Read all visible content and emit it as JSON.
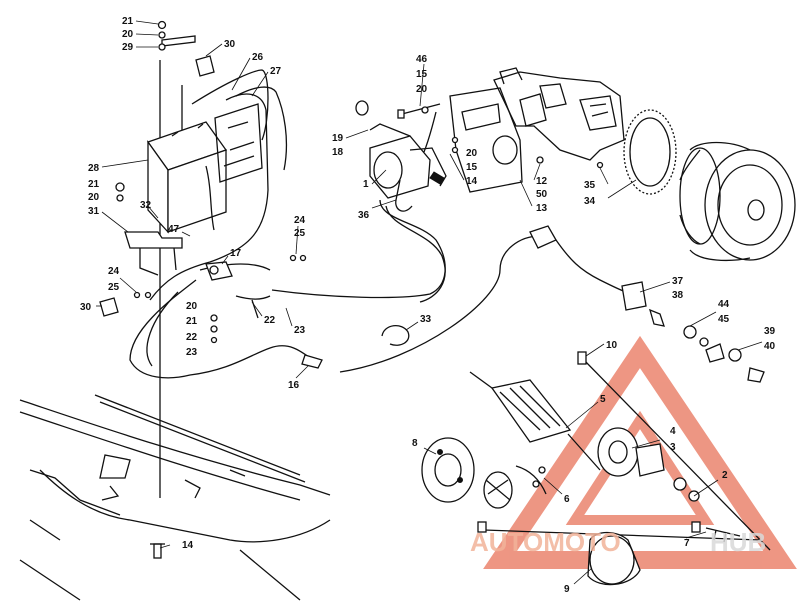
{
  "diagram": {
    "part_labels": [
      {
        "id": "p21a",
        "text": "21"
      },
      {
        "id": "p20a",
        "text": "20"
      },
      {
        "id": "p29",
        "text": "29"
      },
      {
        "id": "p30a",
        "text": "30"
      },
      {
        "id": "p26",
        "text": "26"
      },
      {
        "id": "p27",
        "text": "27"
      },
      {
        "id": "p28",
        "text": "28"
      },
      {
        "id": "p21b",
        "text": "21"
      },
      {
        "id": "p20b",
        "text": "20"
      },
      {
        "id": "p31",
        "text": "31"
      },
      {
        "id": "p32",
        "text": "32"
      },
      {
        "id": "p47",
        "text": "47"
      },
      {
        "id": "p17",
        "text": "17"
      },
      {
        "id": "p24a",
        "text": "24"
      },
      {
        "id": "p25a",
        "text": "25"
      },
      {
        "id": "p24b",
        "text": "24"
      },
      {
        "id": "p25b",
        "text": "25"
      },
      {
        "id": "p30b",
        "text": "30"
      },
      {
        "id": "p20c",
        "text": "20"
      },
      {
        "id": "p21c",
        "text": "21"
      },
      {
        "id": "p22a",
        "text": "22"
      },
      {
        "id": "p23a",
        "text": "23"
      },
      {
        "id": "p22b",
        "text": "22"
      },
      {
        "id": "p23b",
        "text": "23"
      },
      {
        "id": "p16",
        "text": "16"
      },
      {
        "id": "p14a",
        "text": "14"
      },
      {
        "id": "p46",
        "text": "46"
      },
      {
        "id": "p15a",
        "text": "15"
      },
      {
        "id": "p20d",
        "text": "20"
      },
      {
        "id": "p19",
        "text": "19"
      },
      {
        "id": "p18",
        "text": "18"
      },
      {
        "id": "p1",
        "text": "1"
      },
      {
        "id": "p20e",
        "text": "20"
      },
      {
        "id": "p15b",
        "text": "15"
      },
      {
        "id": "p14b",
        "text": "14"
      },
      {
        "id": "p12",
        "text": "12"
      },
      {
        "id": "p50",
        "text": "50"
      },
      {
        "id": "p13",
        "text": "13"
      },
      {
        "id": "p35",
        "text": "35"
      },
      {
        "id": "p34",
        "text": "34"
      },
      {
        "id": "p36",
        "text": "36"
      },
      {
        "id": "p33",
        "text": "33"
      },
      {
        "id": "p37",
        "text": "37"
      },
      {
        "id": "p38",
        "text": "38"
      },
      {
        "id": "p44",
        "text": "44"
      },
      {
        "id": "p45",
        "text": "45"
      },
      {
        "id": "p39",
        "text": "39"
      },
      {
        "id": "p40",
        "text": "40"
      },
      {
        "id": "p10",
        "text": "10"
      },
      {
        "id": "p5",
        "text": "5"
      },
      {
        "id": "p4",
        "text": "4"
      },
      {
        "id": "p3",
        "text": "3"
      },
      {
        "id": "p2",
        "text": "2"
      },
      {
        "id": "p8",
        "text": "8"
      },
      {
        "id": "p6",
        "text": "6"
      },
      {
        "id": "p7",
        "text": "7"
      },
      {
        "id": "p9",
        "text": "9"
      }
    ]
  },
  "watermark": {
    "part1": "AUTOMOTO",
    "part2": "HUB",
    "color_accent": "#e8735a",
    "color_gray": "#cfcfcf"
  }
}
